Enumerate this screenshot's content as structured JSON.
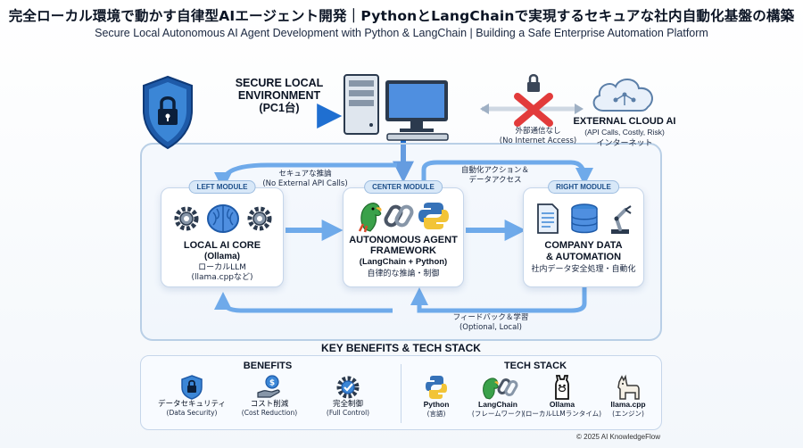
{
  "header": {
    "title_jp": "完全ローカル環境で動かす自律型AIエージェント開発｜PythonとLangChainで実現するセキュアな社内自動化基盤の構築",
    "title_en": "Secure Local Autonomous AI Agent Development with Python & LangChain | Building a Safe Enterprise Automation Platform"
  },
  "environment": {
    "label_line1": "SECURE LOCAL",
    "label_line2": "ENVIRONMENT",
    "label_line3": "(PC1台)"
  },
  "external": {
    "title": "EXTERNAL CLOUD AI",
    "subtitle": "(API Calls, Costly, Risk)",
    "internet": "インターネット",
    "blocked_jp": "外部通信なし",
    "blocked_en": "(No Internet Access)"
  },
  "flows": {
    "secure_inference_jp": "セキュアな推論",
    "secure_inference_en": "(No External API Calls)",
    "automation_jp": "自動化アクション＆",
    "automation_jp2": "データアクセス",
    "feedback_jp": "フィードバック＆学習",
    "feedback_en": "(Optional, Local)"
  },
  "modules": {
    "left": {
      "badge": "LEFT MODULE",
      "title1": "LOCAL AI CORE",
      "title2": "(Ollama)",
      "sub1": "ローカルLLM",
      "sub2": "(llama.cppなど)"
    },
    "center": {
      "badge": "CENTER MODULE",
      "title1": "AUTONOMOUS AGENT",
      "title2": "FRAMEWORK",
      "title3": "(LangChain + Python)",
      "sub1": "自律的な推論・制御"
    },
    "right": {
      "badge": "RIGHT MODULE",
      "title1": "COMPANY DATA",
      "title2": "& AUTOMATION",
      "sub1": "社内データ安全処理・自動化"
    }
  },
  "benefits_section": {
    "heading": "KEY BENEFITS & TECH STACK",
    "benefits_title": "BENEFITS",
    "tech_title": "TECH STACK",
    "benefits": [
      {
        "icon": "lock-shield-icon",
        "jp": "データセキュリティ",
        "en": "(Data Security)"
      },
      {
        "icon": "cost-hand-icon",
        "jp": "コスト削減",
        "en": "(Cost Reduction)"
      },
      {
        "icon": "gear-check-icon",
        "jp": "完全制御",
        "en": "(Full Control)"
      }
    ],
    "tech": [
      {
        "icon": "python-icon",
        "name": "Python",
        "sub": "(言語)"
      },
      {
        "icon": "langchain-icon",
        "name": "LangChain",
        "sub": "(フレームワーク)"
      },
      {
        "icon": "ollama-icon",
        "name": "Ollama",
        "sub": "(ローカルLLMランタイム)"
      },
      {
        "icon": "llama-icon",
        "name": "llama.cpp",
        "sub": "(エンジン)"
      }
    ]
  },
  "footer": {
    "copyright": "© 2025 AI KnowledgeFlow"
  },
  "colors": {
    "primary_blue": "#1f6fd1",
    "dark_navy": "#0b1424",
    "danger_red": "#e23b3b"
  }
}
